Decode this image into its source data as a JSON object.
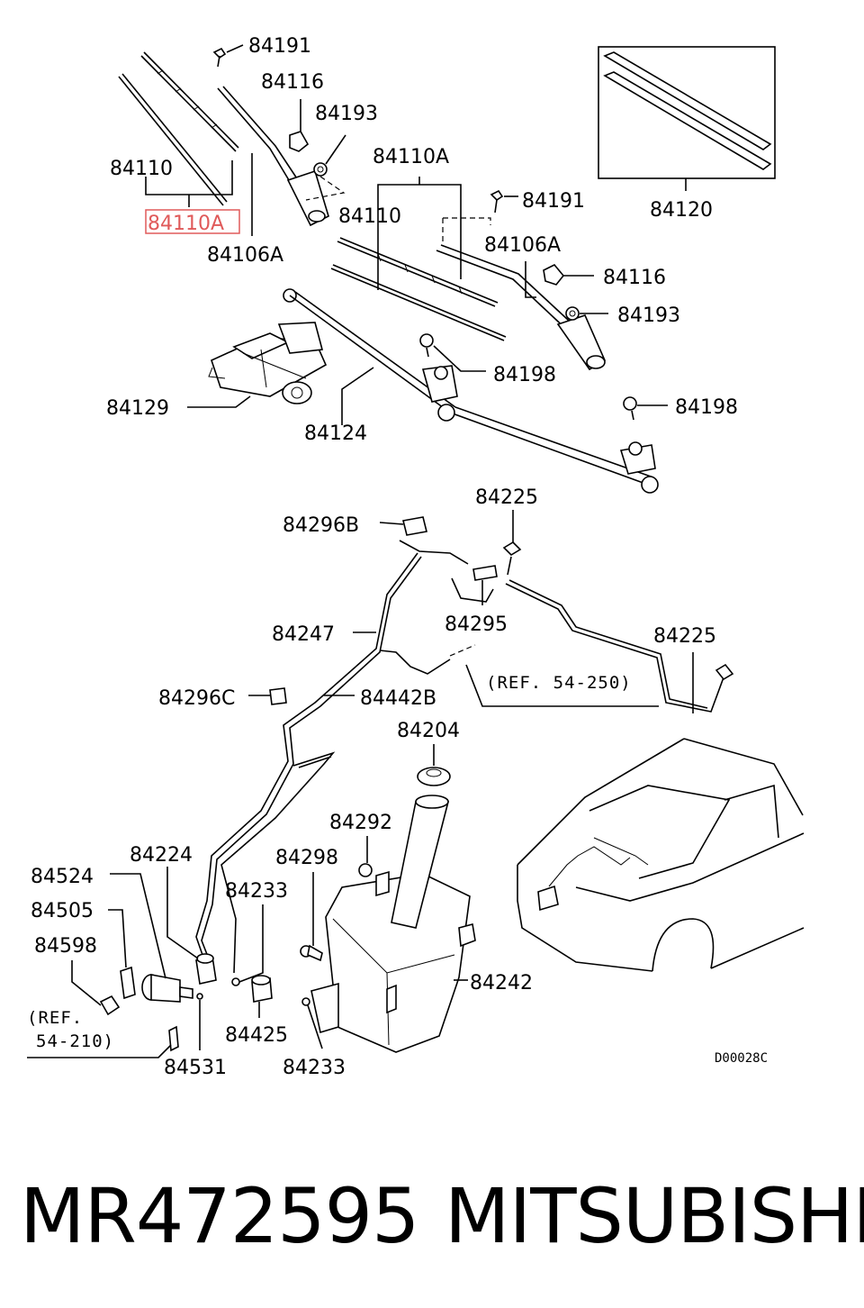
{
  "diagram": {
    "labels": [
      {
        "id": "l1",
        "text": "84191"
      },
      {
        "id": "l2",
        "text": "84116"
      },
      {
        "id": "l3",
        "text": "84193"
      },
      {
        "id": "l4",
        "text": "84110"
      },
      {
        "id": "l5",
        "text": "84110A",
        "highlighted": true
      },
      {
        "id": "l6",
        "text": "84106A"
      },
      {
        "id": "l7",
        "text": "84110A"
      },
      {
        "id": "l8",
        "text": "84191"
      },
      {
        "id": "l9",
        "text": "84120"
      },
      {
        "id": "l10",
        "text": "84110"
      },
      {
        "id": "l11",
        "text": "84106A"
      },
      {
        "id": "l12",
        "text": "84116"
      },
      {
        "id": "l13",
        "text": "84193"
      },
      {
        "id": "l14",
        "text": "84198"
      },
      {
        "id": "l15",
        "text": "84129"
      },
      {
        "id": "l16",
        "text": "84198"
      },
      {
        "id": "l17",
        "text": "84124"
      },
      {
        "id": "l18",
        "text": "84225"
      },
      {
        "id": "l19",
        "text": "84296B"
      },
      {
        "id": "l20",
        "text": "84295"
      },
      {
        "id": "l21",
        "text": "84247"
      },
      {
        "id": "l22",
        "text": "84225"
      },
      {
        "id": "l23",
        "text": "84296C"
      },
      {
        "id": "l24",
        "text": "84442B"
      },
      {
        "id": "l25",
        "text": "84204"
      },
      {
        "id": "l26",
        "text": "84292"
      },
      {
        "id": "l27",
        "text": "84224"
      },
      {
        "id": "l28",
        "text": "84298"
      },
      {
        "id": "l29",
        "text": "84524"
      },
      {
        "id": "l30",
        "text": "84233"
      },
      {
        "id": "l31",
        "text": "84505"
      },
      {
        "id": "l32",
        "text": "84598"
      },
      {
        "id": "l33",
        "text": "84242"
      },
      {
        "id": "l34",
        "text": "84425"
      },
      {
        "id": "l35",
        "text": "84531"
      },
      {
        "id": "l36",
        "text": "84233"
      }
    ],
    "references": [
      {
        "id": "r1",
        "text": "(REF. 54-250)"
      },
      {
        "id": "r2a",
        "text": "(REF."
      },
      {
        "id": "r2b",
        "text": "54-210)"
      }
    ],
    "drawing_code": "D00028C",
    "highlight_color": "#e05a5a"
  },
  "caption": {
    "part_number": "MR472595",
    "brand": "MITSUBISHI"
  }
}
